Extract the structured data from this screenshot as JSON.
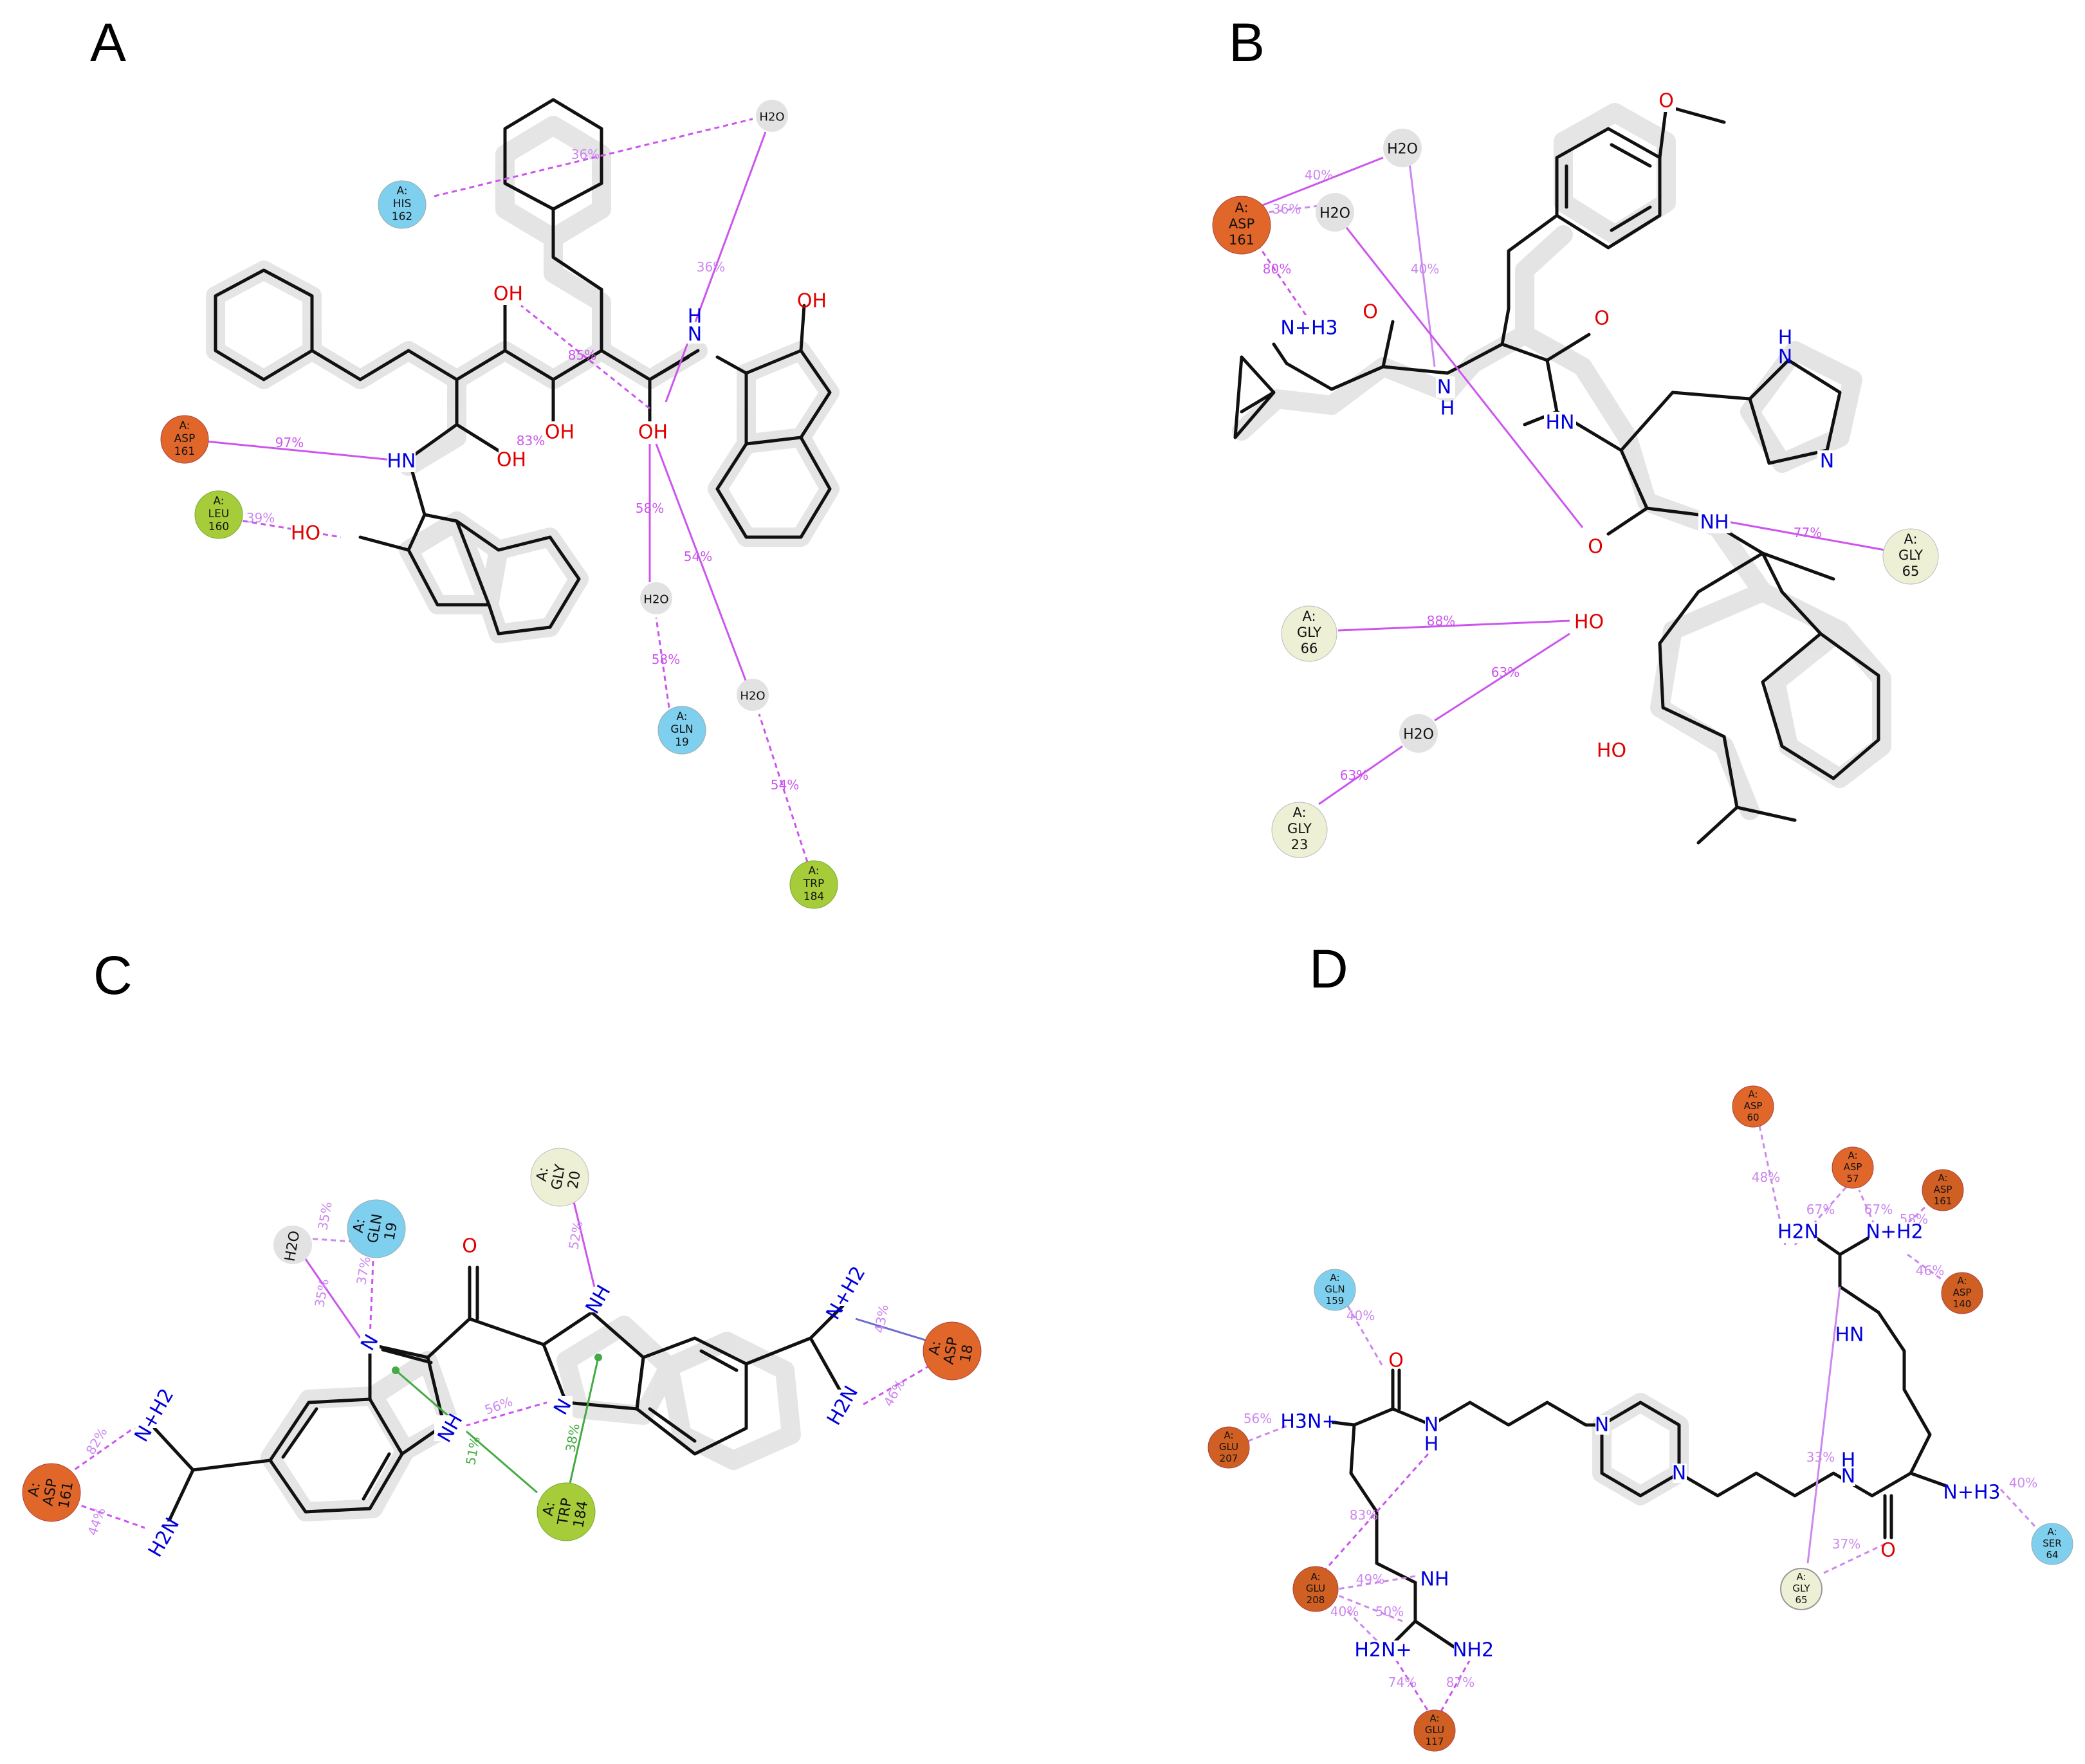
{
  "colors": {
    "asp": "#e0662a",
    "glu": "#cf5f22",
    "gln": "#7fd0ee",
    "his": "#7fd0ee",
    "ser": "#7fd0ee",
    "leu": "#a6cc3a",
    "trp": "#a6cc3a",
    "gly": "#eef0d6",
    "water": "#e2e2e2",
    "hbond": "#cc55ee",
    "pi": "#44aa44",
    "salt": "#6a6ad0",
    "O": "#e00000",
    "N": "#0000dd",
    "C": "#111111"
  },
  "panels": [
    {
      "label": "A",
      "residues": [
        {
          "chain": "A:",
          "name": "HIS",
          "num": "162",
          "kind": "his"
        },
        {
          "chain": "A:",
          "name": "ASP",
          "num": "161",
          "kind": "asp"
        },
        {
          "chain": "A:",
          "name": "LEU",
          "num": "160",
          "kind": "leu"
        },
        {
          "chain": "A:",
          "name": "GLN",
          "num": "19",
          "kind": "gln"
        },
        {
          "chain": "A:",
          "name": "TRP",
          "num": "184",
          "kind": "trp"
        }
      ],
      "waters": [
        "H2O",
        "H2O",
        "H2O"
      ],
      "atoms": [
        "OH",
        "OH",
        "OH",
        "OH",
        "OH",
        "OH",
        "HO",
        "HN",
        "N",
        "H"
      ],
      "percents": [
        "36%",
        "36%",
        "97%",
        "39%",
        "85%",
        "83%",
        "58%",
        "58%",
        "54%",
        "54%"
      ]
    },
    {
      "label": "B",
      "residues": [
        {
          "chain": "A:",
          "name": "ASP",
          "num": "161",
          "kind": "asp"
        },
        {
          "chain": "A:",
          "name": "GLY",
          "num": "65",
          "kind": "gly"
        },
        {
          "chain": "A:",
          "name": "GLY",
          "num": "66",
          "kind": "gly"
        },
        {
          "chain": "A:",
          "name": "GLY",
          "num": "23",
          "kind": "gly"
        }
      ],
      "waters": [
        "H2O",
        "H2O",
        "H2O"
      ],
      "atoms": [
        "O",
        "O",
        "O",
        "O",
        "N+H3",
        "N",
        "H",
        "HN",
        "NH",
        "N",
        "H",
        "N",
        "HO",
        "HO"
      ],
      "percents": [
        "40%",
        "36%",
        "80%",
        "40%",
        "77%",
        "88%",
        "63%",
        "63%"
      ]
    },
    {
      "label": "C",
      "residues": [
        {
          "chain": "A:",
          "name": "GLN",
          "num": "19",
          "kind": "gln"
        },
        {
          "chain": "A:",
          "name": "GLY",
          "num": "20",
          "kind": "gly"
        },
        {
          "chain": "A:",
          "name": "ASP",
          "num": "18",
          "kind": "asp"
        },
        {
          "chain": "A:",
          "name": "ASP",
          "num": "161",
          "kind": "asp"
        },
        {
          "chain": "A:",
          "name": "TRP",
          "num": "184",
          "kind": "trp"
        }
      ],
      "waters": [
        "H2O"
      ],
      "atoms": [
        "O",
        "N",
        "NH",
        "N",
        "NH",
        "N+H2",
        "H2N",
        "N+H2",
        "H2N"
      ],
      "percents": [
        "35%",
        "37%",
        "35%",
        "52%",
        "56%",
        "43%",
        "46%",
        "82%",
        "44%",
        "51%",
        "38%"
      ]
    },
    {
      "label": "D",
      "residues": [
        {
          "chain": "A:",
          "name": "ASP",
          "num": "60",
          "kind": "asp"
        },
        {
          "chain": "A:",
          "name": "ASP",
          "num": "57",
          "kind": "asp"
        },
        {
          "chain": "A:",
          "name": "ASP",
          "num": "161",
          "kind": "asp"
        },
        {
          "chain": "A:",
          "name": "ASP",
          "num": "140",
          "kind": "asp"
        },
        {
          "chain": "A:",
          "name": "GLN",
          "num": "159",
          "kind": "gln"
        },
        {
          "chain": "A:",
          "name": "GLU",
          "num": "207",
          "kind": "glu"
        },
        {
          "chain": "A:",
          "name": "GLU",
          "num": "208",
          "kind": "glu"
        },
        {
          "chain": "A:",
          "name": "GLU",
          "num": "117",
          "kind": "glu"
        },
        {
          "chain": "A:",
          "name": "GLY",
          "num": "65",
          "kind": "gly"
        },
        {
          "chain": "A:",
          "name": "SER",
          "num": "64",
          "kind": "ser"
        }
      ],
      "waters": [],
      "atoms": [
        "O",
        "O",
        "H3N+",
        "N",
        "H",
        "N",
        "N",
        "N",
        "H",
        "HN",
        "NH",
        "H2N+",
        "NH2",
        "H2N",
        "N+H2",
        "N+H3"
      ],
      "percents": [
        "48%",
        "67%",
        "67%",
        "58%",
        "46%",
        "40%",
        "56%",
        "83%",
        "49%",
        "50%",
        "40%",
        "74%",
        "87%",
        "33%",
        "37%",
        "40%"
      ]
    }
  ]
}
